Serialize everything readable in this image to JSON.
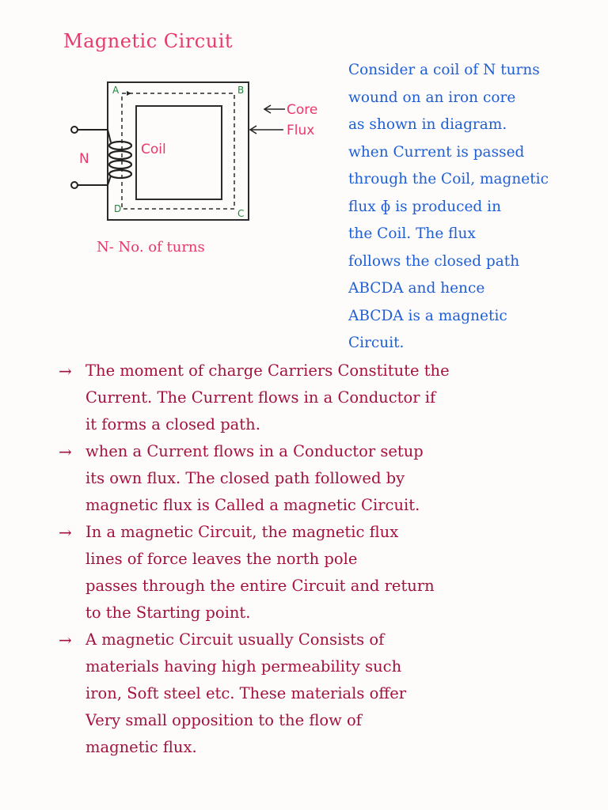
{
  "title": "Magnetic Circuit",
  "diagram": {
    "corner_labels": [
      "A",
      "B",
      "C",
      "D"
    ],
    "core_label": "Core",
    "flux_label": "Flux",
    "coil_label": "Coil",
    "turns_symbol": "N",
    "turns_note": "N- No. of turns",
    "colors": {
      "core_outline": "#2b2b2b",
      "labels": "#e83a6a",
      "corner_labels": "#1a8a3a",
      "coil": "#222222"
    }
  },
  "description": [
    "Consider a coil of N turns",
    "wound on an iron core",
    "as shown in diagram.",
    "when Current is passed",
    "through the Coil, magnetic",
    "flux ɸ is produced in",
    "the Coil. The flux",
    "follows the closed path",
    "ABCDA and hence",
    "ABCDA is a magnetic",
    "Circuit."
  ],
  "points": [
    {
      "arrow": "→",
      "lines": [
        "The moment of charge Carriers Constitute the",
        "Current. The Current flows in a Conductor if",
        "it forms a closed path."
      ]
    },
    {
      "arrow": "→",
      "lines": [
        "when a Current flows in a Conductor setup",
        "its own flux. The closed path followed by",
        "magnetic flux is Called a magnetic Circuit."
      ]
    },
    {
      "arrow": "→",
      "lines": [
        "In a magnetic Circuit, the magnetic flux",
        "lines of force leaves the north pole",
        "passes through the entire Circuit and return",
        "to the Starting point."
      ]
    },
    {
      "arrow": "→",
      "lines": [
        "A magnetic Circuit usually Consists of",
        "materials having high permeability such",
        "iron, Soft steel etc. These materials offer",
        "Very small opposition to the flow of",
        "magnetic flux."
      ]
    }
  ],
  "colors": {
    "title": "#e83a6a",
    "description": "#1f5fd6",
    "points": "#a3123d"
  }
}
